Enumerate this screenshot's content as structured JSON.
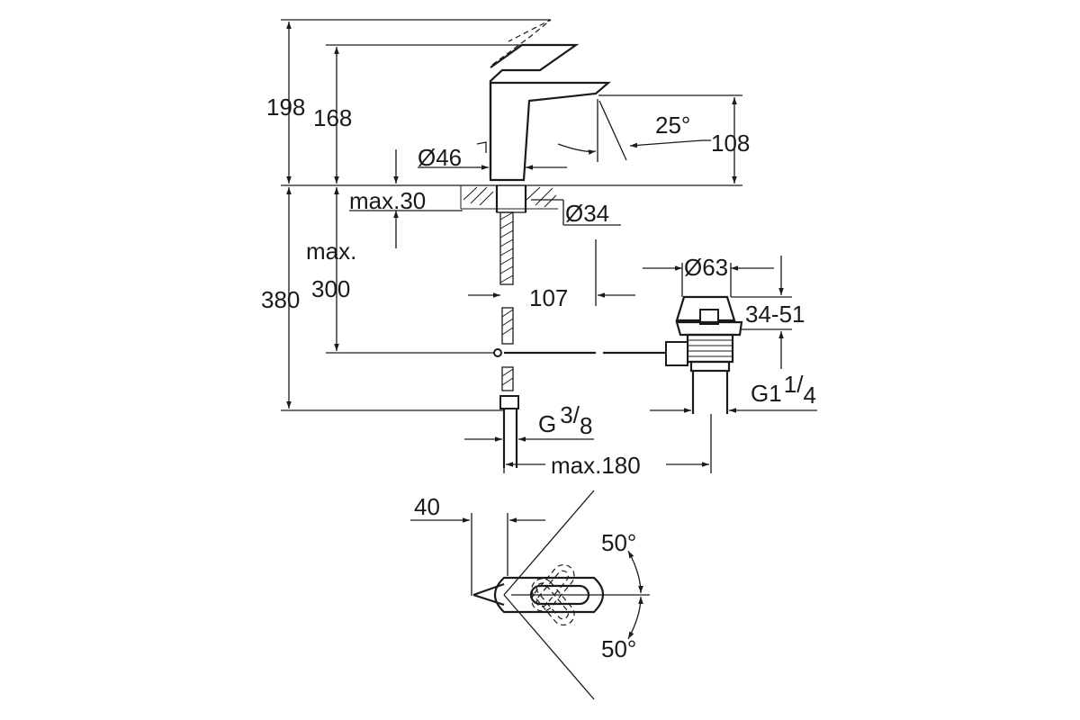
{
  "dimensions": {
    "overall_height": "198",
    "spout_height": "168",
    "outlet_height": "108",
    "spout_angle": "25°",
    "body_diameter": "Ø46",
    "deck_thickness": "max.30",
    "hole_diameter": "Ø34",
    "max_label": "max.",
    "hose_length": "380",
    "max_drop": "300",
    "hose_offset": "107",
    "waste_diameter": "Ø63",
    "waste_range": "34-51",
    "waste_thread_main": "G1",
    "waste_thread_num": "1",
    "waste_thread_den": "4",
    "inlet_thread_main": "G",
    "inlet_thread_num": "3",
    "inlet_thread_den": "8",
    "max_width": "max.180",
    "lever_offset": "40",
    "lever_angle_up": "50°",
    "lever_angle_down": "50°"
  }
}
